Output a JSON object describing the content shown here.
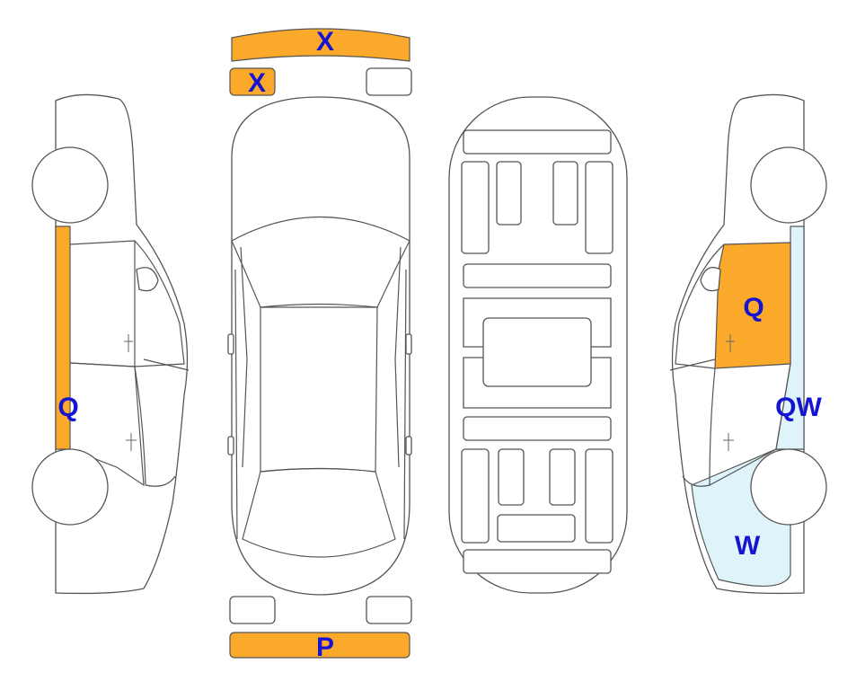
{
  "colors": {
    "damage_orange": "#FBA92B",
    "damage_light_blue": "#DFF4FA",
    "label_blue": "#1414D2",
    "outline": "#555555"
  },
  "labels": {
    "top_bumper": "X",
    "top_left_light": "X",
    "rear_bumper": "P",
    "left_pillar": "Q",
    "right_door": "Q",
    "right_rear": "QW",
    "right_quarter": "W"
  },
  "views": {
    "left_side": {
      "damaged_panels": [
        "pillar"
      ]
    },
    "top": {
      "damaged_panels": [
        "front-bumper",
        "front-left-light",
        "rear-bumper"
      ]
    },
    "interior": {
      "damaged_panels": []
    },
    "right_side": {
      "damaged_panels": [
        "rear-door",
        "rear-pillar",
        "quarter-panel"
      ]
    }
  }
}
